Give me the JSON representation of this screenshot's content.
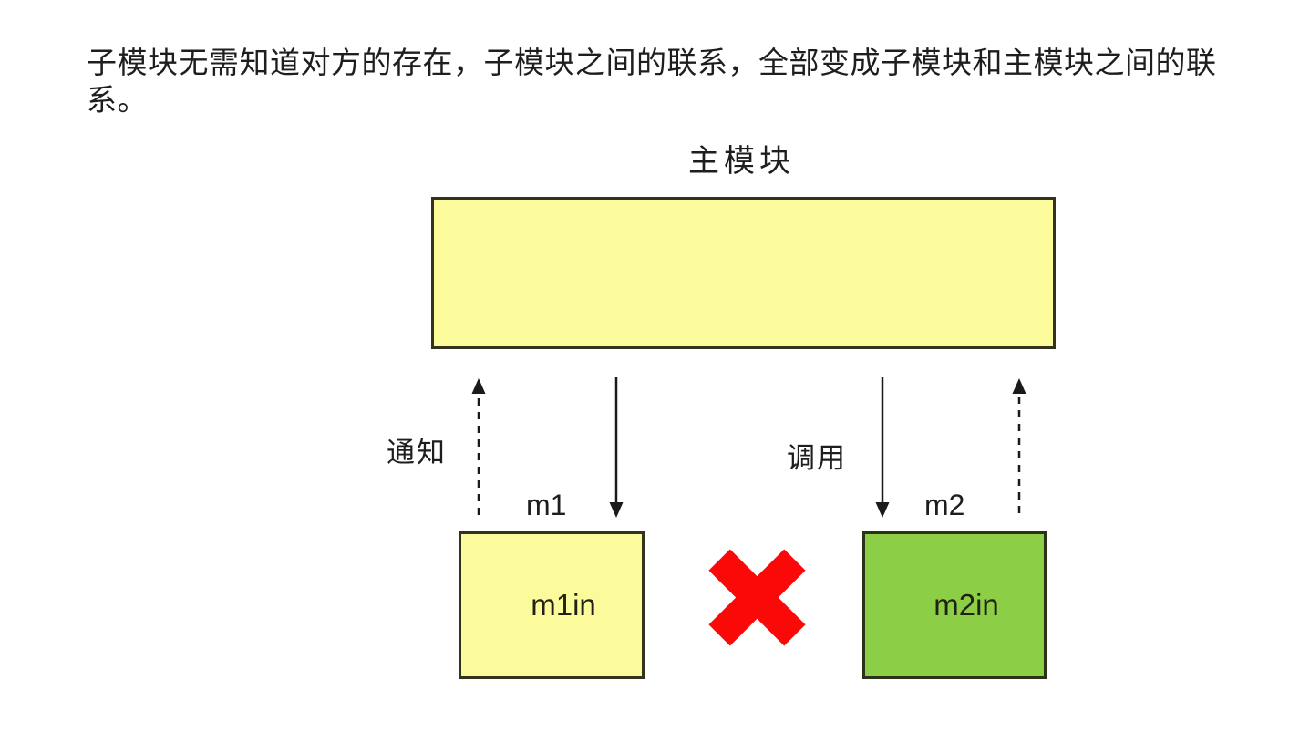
{
  "caption": "子模块无需知道对方的存在，子模块之间的联系，全部变成子模块和主模块之间的联系。",
  "diagram": {
    "main_module_label": "主模块",
    "notify_label": "通知",
    "call_label": "调用",
    "m1_label": "m1",
    "m2_label": "m2",
    "m1in_label": "m1in",
    "m2in_label": "m2in",
    "cross_icon": "x-mark"
  },
  "colors": {
    "background": "#FFFFFF",
    "text": "#1E1E1E",
    "module_yellow": "#FBFB9B",
    "submodule_green": "#8CCE45",
    "box_border": "#32321E",
    "arrow": "#1A1A1A",
    "cross_red": "#FB0808"
  }
}
